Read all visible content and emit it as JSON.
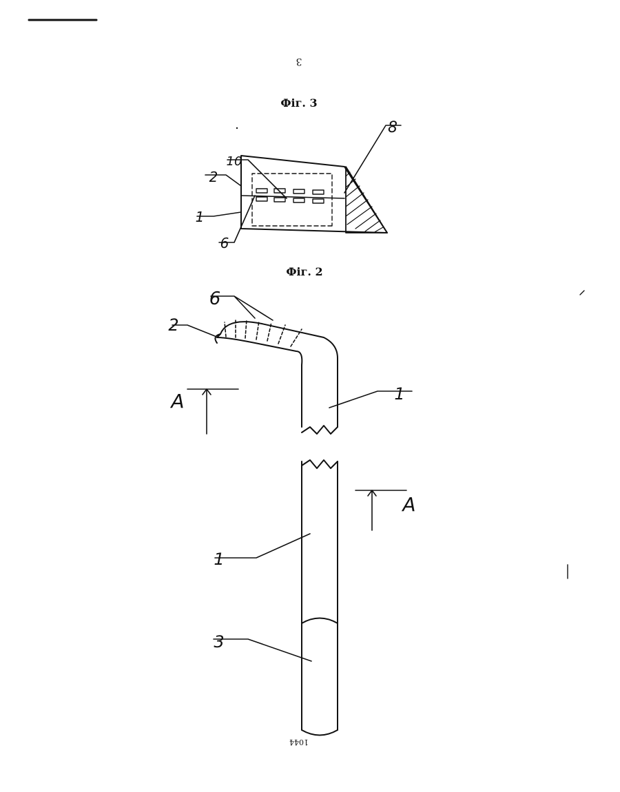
{
  "page": {
    "number": "3",
    "doc_code": "1044"
  },
  "fig2": {
    "caption": "Фіг. 2",
    "labels": {
      "tube_upper": "1",
      "tube_lower": "1",
      "end_cap": "3",
      "tip": "2",
      "slots": "6",
      "section_mark_left": "A",
      "section_mark_right": "A"
    }
  },
  "fig3": {
    "caption": "Фіг. 3",
    "labels": {
      "body": "1",
      "wall": "2",
      "slot": "6",
      "insert": "8",
      "gap": "10"
    }
  }
}
